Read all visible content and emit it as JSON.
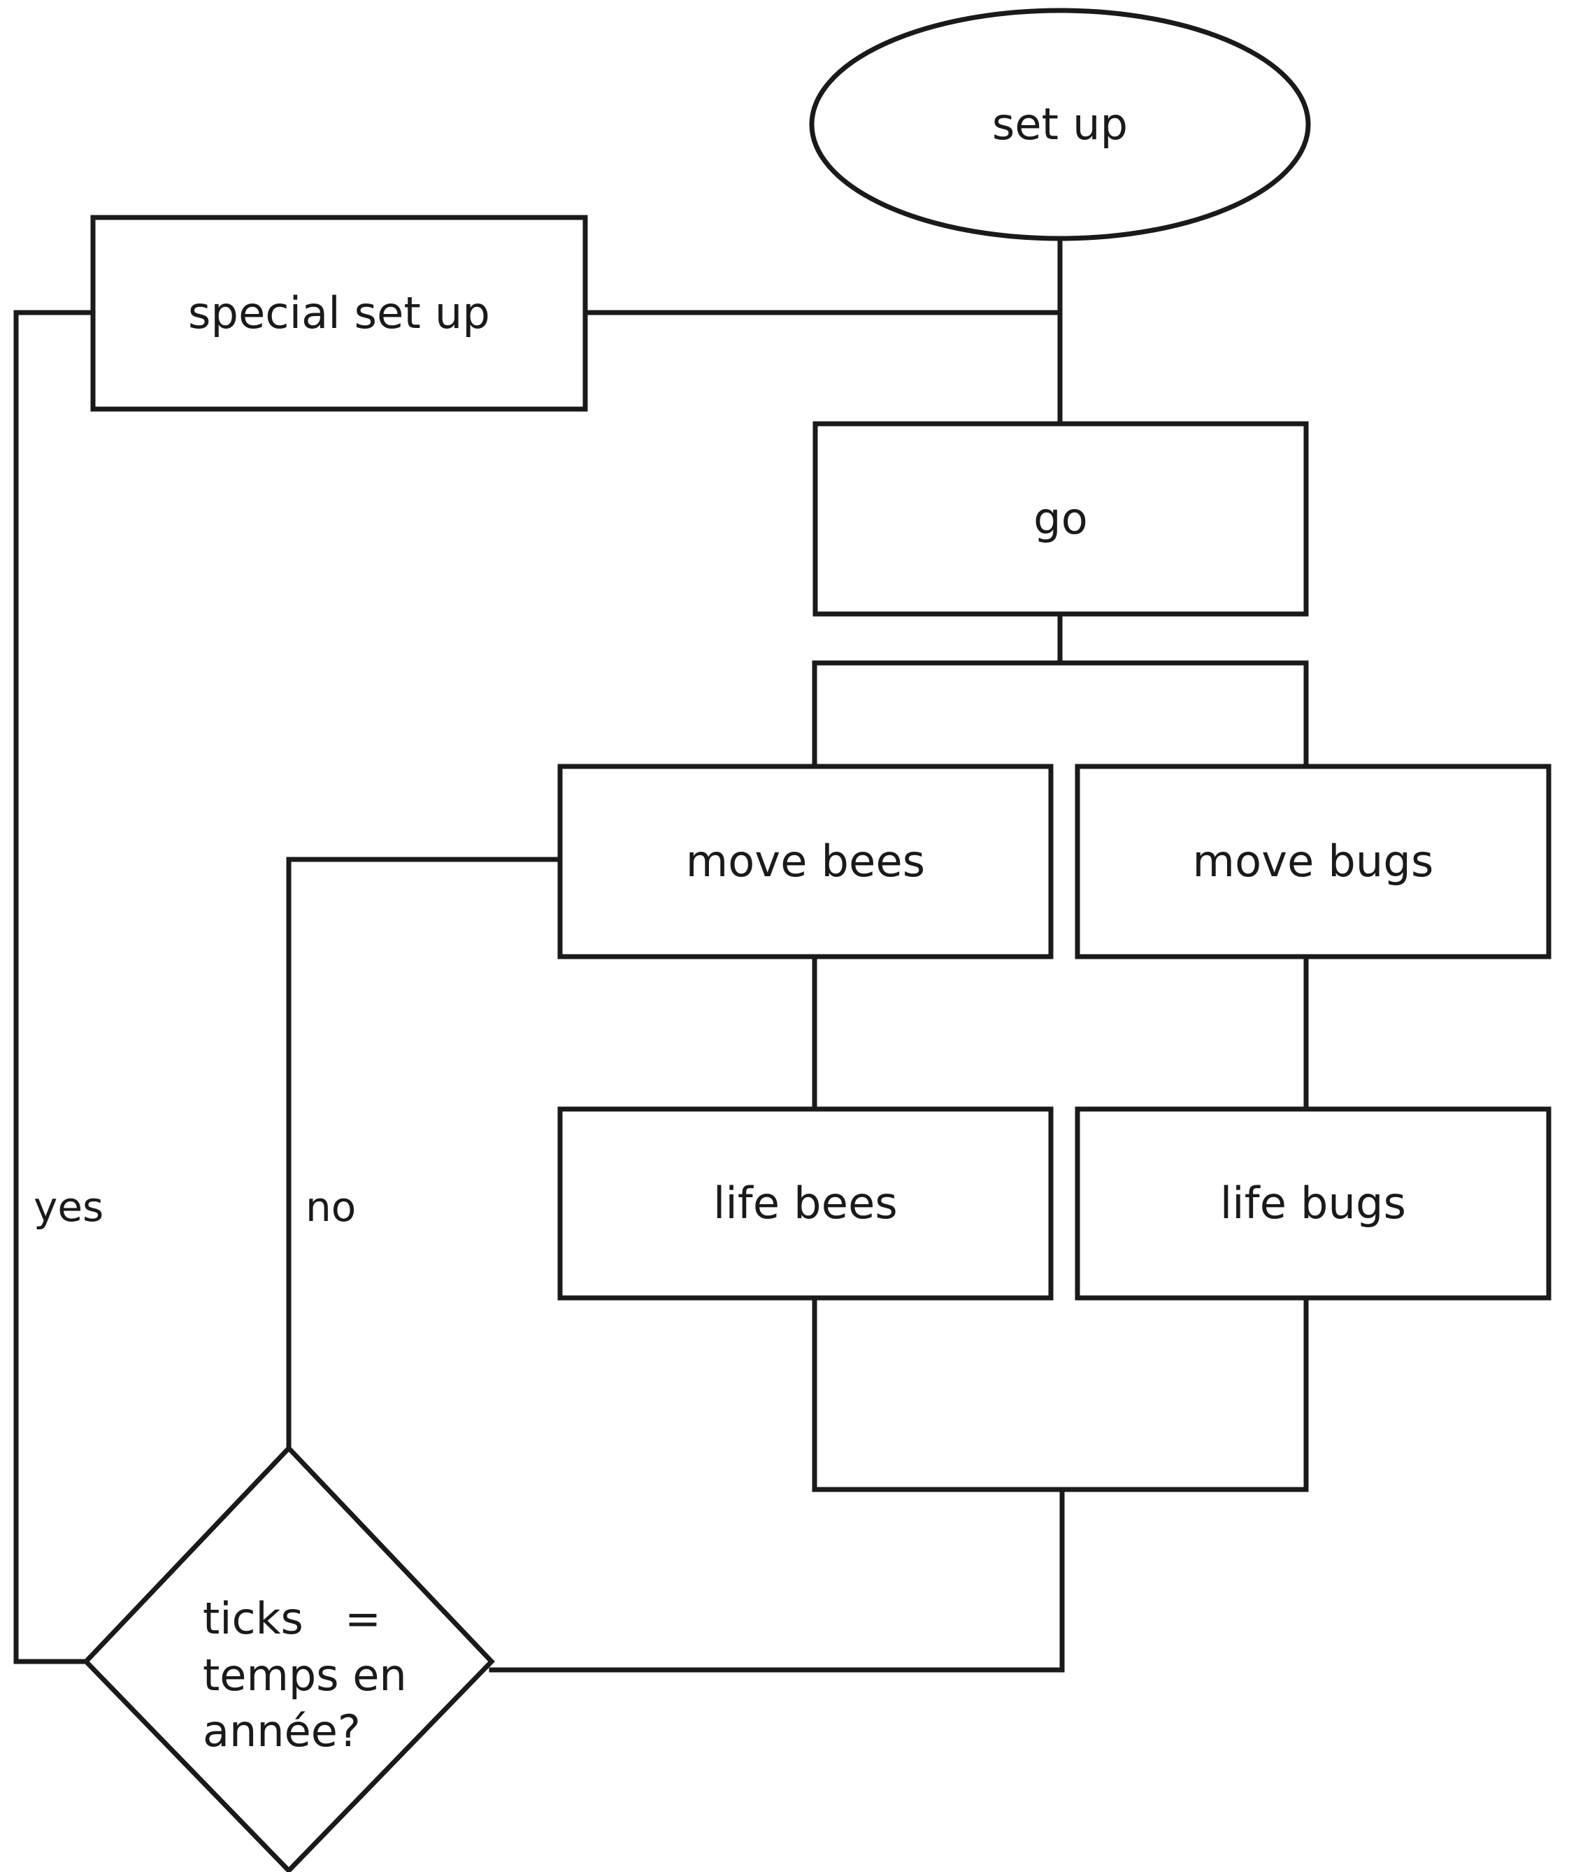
{
  "diagram": {
    "type": "flowchart",
    "title": "",
    "background_color": "#ffffff",
    "stroke_color": "#1a1a1a",
    "text_color": "#1a1a1a",
    "nodes": [
      {
        "id": "set-up",
        "label": "set up",
        "shape": "ellipse"
      },
      {
        "id": "special-set-up",
        "label": "special set up",
        "shape": "rectangle"
      },
      {
        "id": "go",
        "label": "go",
        "shape": "rectangle"
      },
      {
        "id": "move-bees",
        "label": "move bees",
        "shape": "rectangle"
      },
      {
        "id": "move-bugs",
        "label": "move bugs",
        "shape": "rectangle"
      },
      {
        "id": "life-bees",
        "label": "life bees",
        "shape": "rectangle"
      },
      {
        "id": "life-bugs",
        "label": "life bugs",
        "shape": "rectangle"
      },
      {
        "id": "ticks-decision",
        "label": "ticks   =\ntemps en\nannée?",
        "shape": "diamond"
      }
    ],
    "edge_labels": [
      {
        "id": "yes-label",
        "label": "yes"
      },
      {
        "id": "no-label",
        "label": "no"
      }
    ]
  }
}
